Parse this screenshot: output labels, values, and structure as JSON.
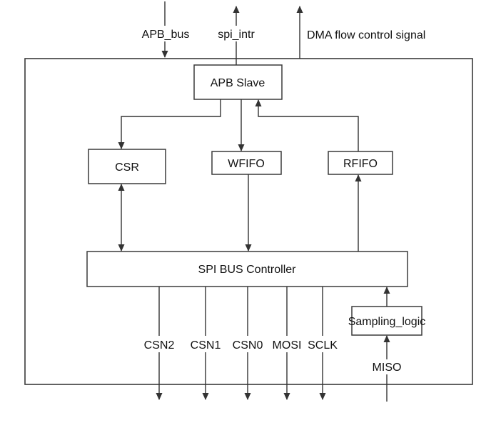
{
  "colors": {
    "line": "#333333",
    "text": "#111111",
    "background": "#ffffff"
  },
  "blocks": {
    "apb_slave": "APB Slave",
    "csr": "CSR",
    "wfifo": "WFIFO",
    "rfifo": "RFIFO",
    "spi_bus": "SPI BUS Controller",
    "sampling": "Sampling_logic"
  },
  "signals": {
    "apb_bus": "APB_bus",
    "spi_intr": "spi_intr",
    "dma": "DMA flow control signal",
    "csn2": "CSN2",
    "csn1": "CSN1",
    "csn0": "CSN0",
    "mosi": "MOSI",
    "sclk": "SCLK",
    "miso": "MISO"
  }
}
